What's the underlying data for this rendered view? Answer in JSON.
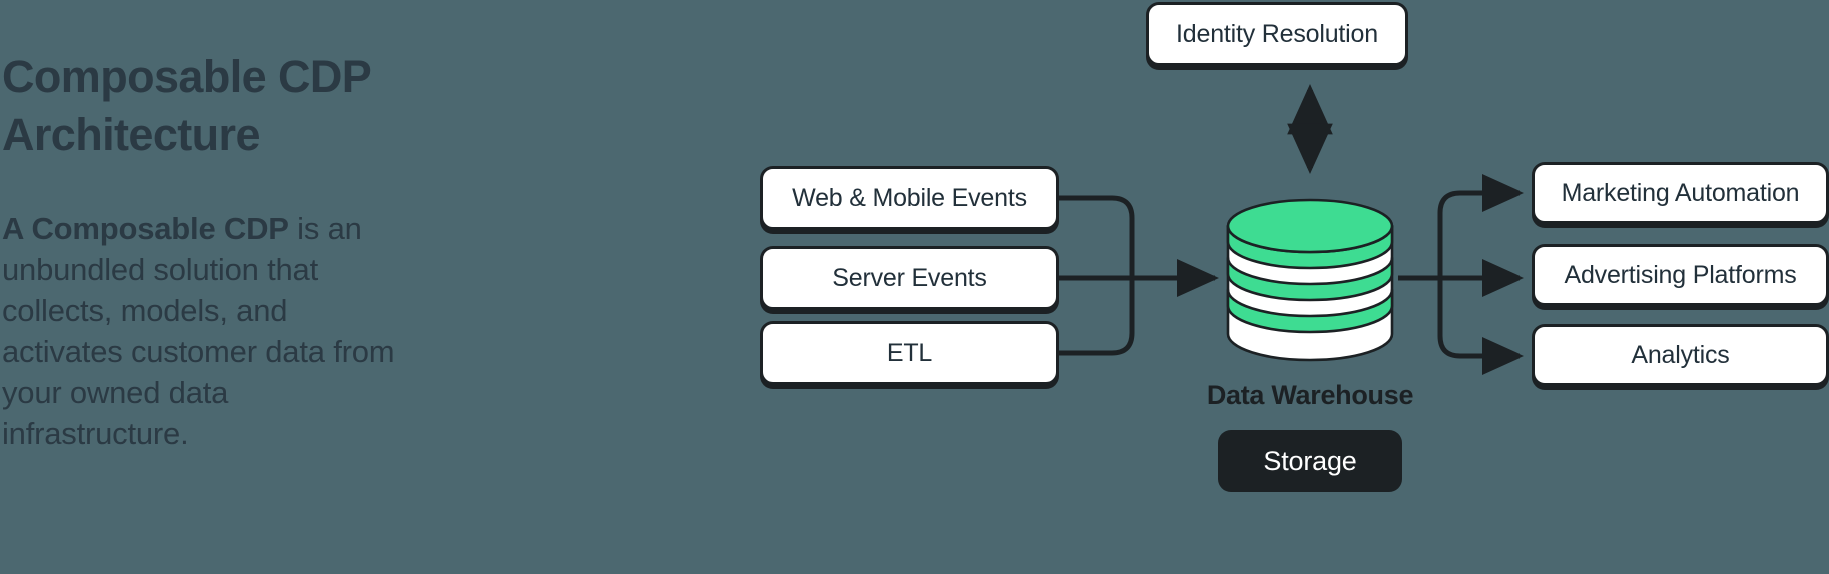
{
  "colors": {
    "background": "#4c6870",
    "ink": "#1c2124",
    "text_dark": "#2b3a44",
    "box_fill": "#ffffff",
    "accent_green": "#3edc92",
    "badge_fill": "#1c2124",
    "badge_text": "#ffffff"
  },
  "left_panel": {
    "title": "Composable CDP\nArchitecture",
    "paragraph_lead": "A Composable CDP",
    "paragraph_rest": " is an unbundled solution that collects, models, and activates customer data from your owned data infrastructure."
  },
  "diagram": {
    "inputs": [
      {
        "label": "Web & Mobile Events"
      },
      {
        "label": "Server Events"
      },
      {
        "label": "ETL"
      }
    ],
    "center": {
      "identity_label": "Identity Resolution",
      "warehouse_label": "Data Warehouse",
      "storage_badge": "Storage",
      "cylinder_icon": "database-cylinder-icon"
    },
    "outputs": [
      {
        "label": "Marketing Automation"
      },
      {
        "label": "Advertising Platforms"
      },
      {
        "label": "Analytics"
      }
    ],
    "connectors": {
      "inputs_to_warehouse": "solid-arrow-right",
      "warehouse_to_outputs": "solid-arrow-right",
      "warehouse_to_identity": "dashed-double-arrow-vertical"
    }
  }
}
